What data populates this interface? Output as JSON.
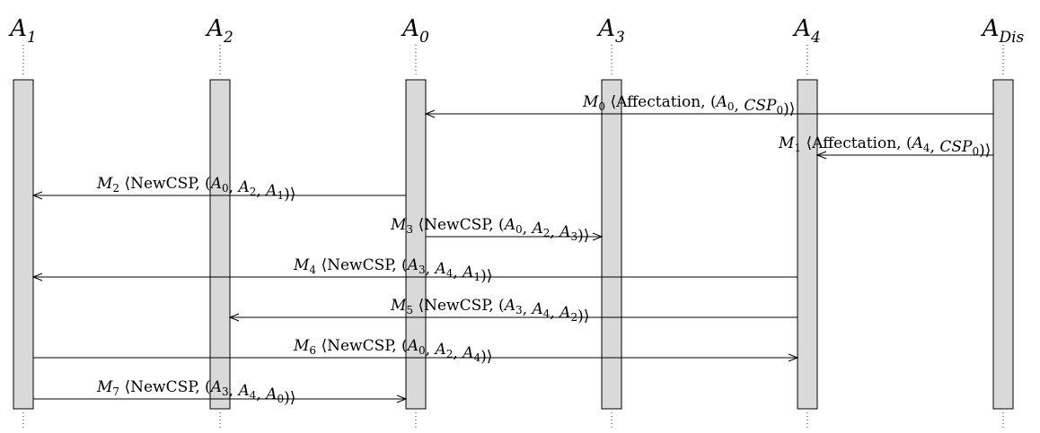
{
  "agents": [
    {
      "id": "A1",
      "base": "A",
      "sub": "1"
    },
    {
      "id": "A2",
      "base": "A",
      "sub": "2"
    },
    {
      "id": "A0",
      "base": "A",
      "sub": "0"
    },
    {
      "id": "A3",
      "base": "A",
      "sub": "3"
    },
    {
      "id": "A4",
      "base": "A",
      "sub": "4"
    },
    {
      "id": "ADis",
      "base": "A",
      "sub": "Dis"
    }
  ],
  "messages": [
    {
      "id": "M0",
      "from": "ADis",
      "to": "A0",
      "index": "0",
      "kind": "Affectation",
      "args": [
        {
          "b": "A",
          "s": "0"
        },
        {
          "b": "CSP",
          "s": "0"
        }
      ]
    },
    {
      "id": "M1",
      "from": "ADis",
      "to": "A4",
      "index": "1",
      "kind": "Affectation",
      "args": [
        {
          "b": "A",
          "s": "4"
        },
        {
          "b": "CSP",
          "s": "0"
        }
      ]
    },
    {
      "id": "M2",
      "from": "A0",
      "to": "A1",
      "index": "2",
      "kind": "NewCSP",
      "args": [
        {
          "b": "A",
          "s": "0"
        },
        {
          "b": "A",
          "s": "2"
        },
        {
          "b": "A",
          "s": "1"
        }
      ]
    },
    {
      "id": "M3",
      "from": "A0",
      "to": "A3",
      "index": "3",
      "kind": "NewCSP",
      "args": [
        {
          "b": "A",
          "s": "0"
        },
        {
          "b": "A",
          "s": "2"
        },
        {
          "b": "A",
          "s": "3"
        }
      ]
    },
    {
      "id": "M4",
      "from": "A4",
      "to": "A1",
      "index": "4",
      "kind": "NewCSP",
      "args": [
        {
          "b": "A",
          "s": "3"
        },
        {
          "b": "A",
          "s": "4"
        },
        {
          "b": "A",
          "s": "1"
        }
      ]
    },
    {
      "id": "M5",
      "from": "A4",
      "to": "A2",
      "index": "5",
      "kind": "NewCSP",
      "args": [
        {
          "b": "A",
          "s": "3"
        },
        {
          "b": "A",
          "s": "4"
        },
        {
          "b": "A",
          "s": "2"
        }
      ]
    },
    {
      "id": "M6",
      "from": "A1",
      "to": "A4",
      "index": "6",
      "kind": "NewCSP",
      "args": [
        {
          "b": "A",
          "s": "0"
        },
        {
          "b": "A",
          "s": "2"
        },
        {
          "b": "A",
          "s": "4"
        }
      ]
    },
    {
      "id": "M7",
      "from": "A1",
      "to": "A0",
      "index": "7",
      "kind": "NewCSP",
      "args": [
        {
          "b": "A",
          "s": "3"
        },
        {
          "b": "A",
          "s": "4"
        },
        {
          "b": "A",
          "s": "0"
        }
      ]
    }
  ]
}
